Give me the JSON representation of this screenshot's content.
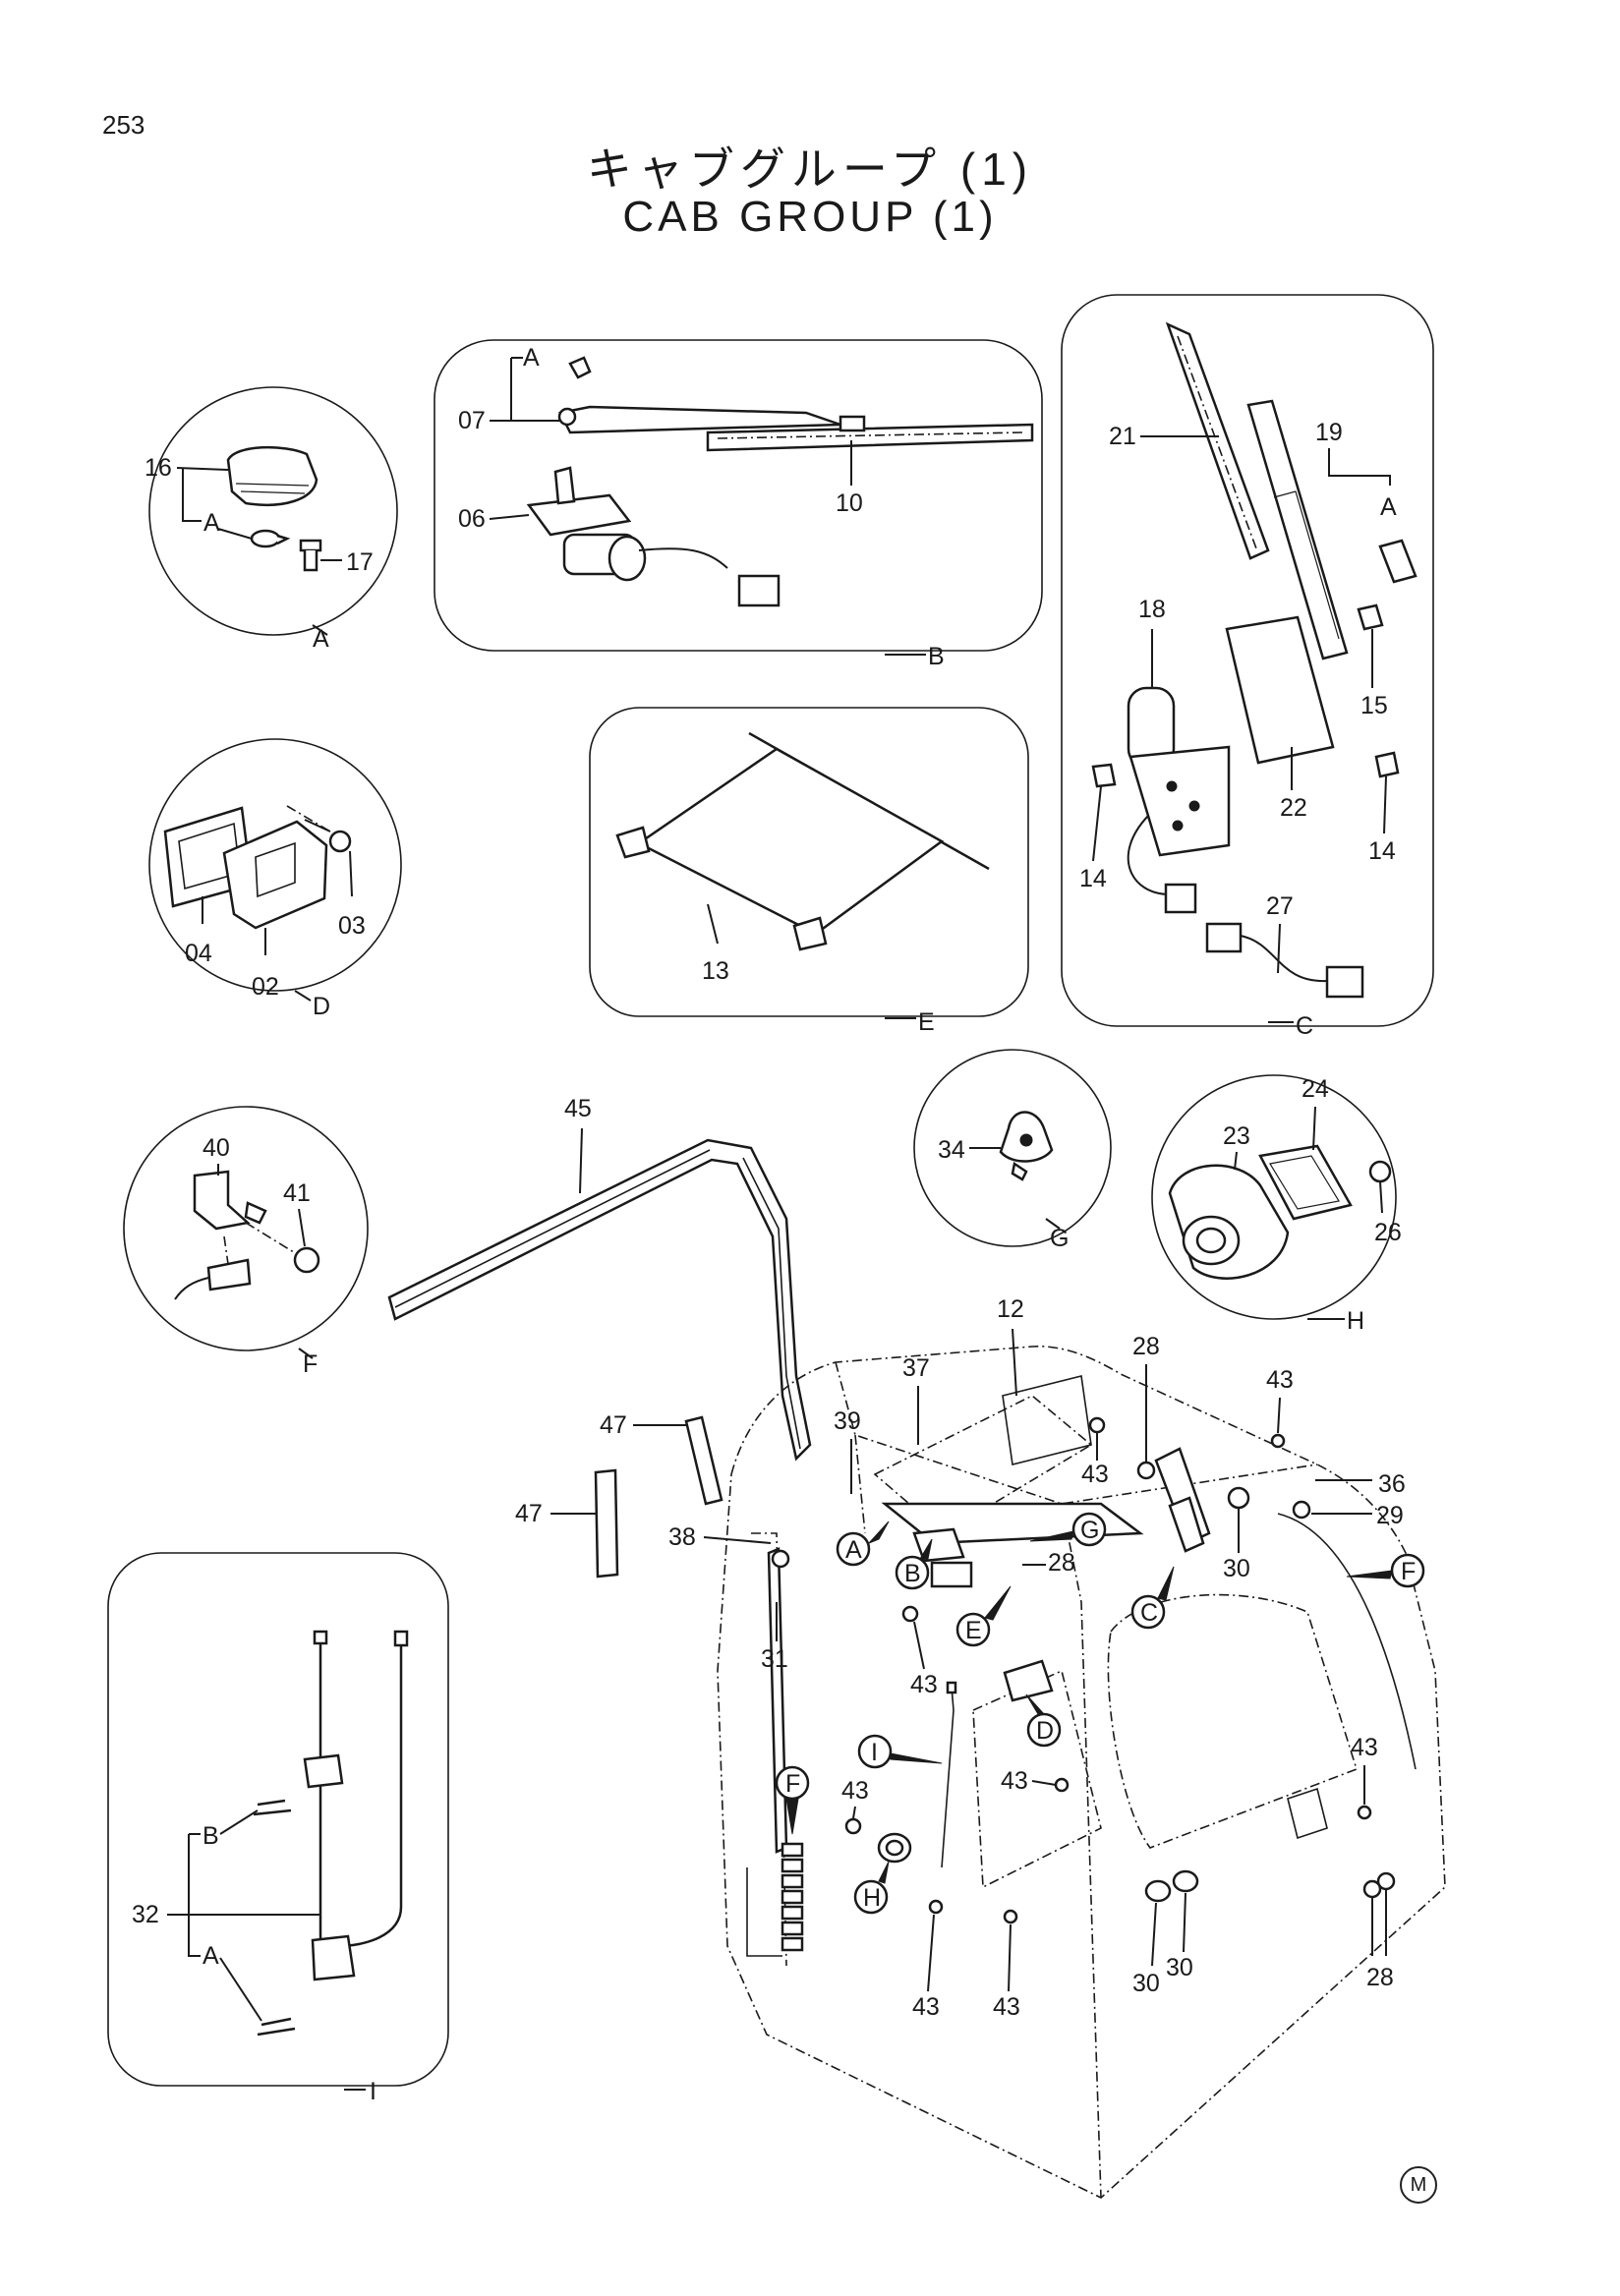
{
  "page": {
    "number": "253",
    "title_jp": "キャブグループ (1)",
    "title_en": "CAB GROUP (1)",
    "mark": "M"
  },
  "diagram": {
    "panel_a": {
      "label": "A",
      "parts": [
        "16",
        "A",
        "17"
      ]
    },
    "panel_b": {
      "label": "B",
      "parts": [
        "A",
        "07",
        "06",
        "10"
      ]
    },
    "panel_c": {
      "label": "C",
      "parts": [
        "21",
        "19",
        "A",
        "18",
        "15",
        "22",
        "14",
        "14",
        "27"
      ]
    },
    "panel_d": {
      "label": "D",
      "parts": [
        "03",
        "04",
        "02"
      ]
    },
    "panel_e": {
      "label": "E",
      "parts": [
        "13"
      ]
    },
    "panel_f": {
      "label": "F",
      "parts": [
        "40",
        "41"
      ]
    },
    "panel_g": {
      "label": "G",
      "parts": [
        "34"
      ]
    },
    "panel_h": {
      "label": "H",
      "parts": [
        "24",
        "23",
        "26"
      ]
    },
    "panel_i": {
      "label": "I",
      "parts": [
        "B",
        "32",
        "A"
      ]
    },
    "main": {
      "parts": [
        "45",
        "12",
        "37",
        "28",
        "43",
        "39",
        "47",
        "47",
        "43",
        "36",
        "38",
        "29",
        "28",
        "30",
        "31",
        "43",
        "43",
        "43",
        "43",
        "43",
        "43",
        "28",
        "30",
        "30"
      ],
      "callouts": [
        "A",
        "B",
        "G",
        "E",
        "C",
        "F",
        "D",
        "I",
        "F",
        "H"
      ]
    }
  }
}
